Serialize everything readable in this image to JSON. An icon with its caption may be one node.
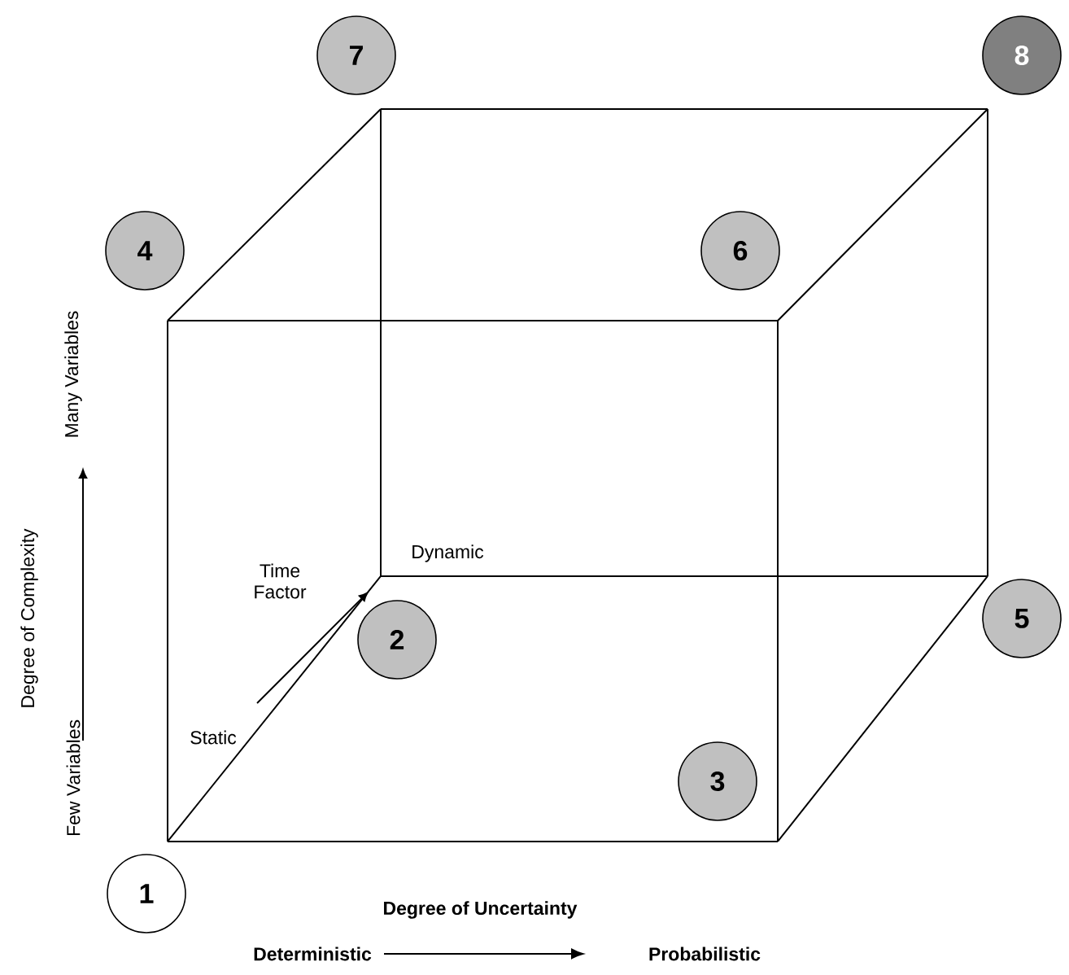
{
  "diagram": {
    "nodes": [
      {
        "text": [
          "7"
        ]
      },
      {
        "text": [
          "8"
        ]
      },
      {
        "text": [
          "4"
        ]
      },
      {
        "text": [
          "6"
        ]
      },
      {
        "text": [
          "5"
        ]
      },
      {
        "text": [
          "2"
        ]
      },
      {
        "text": [
          "3"
        ]
      },
      {
        "text": [
          "1"
        ]
      }
    ],
    "labels": [
      "Many Variables",
      "Degree of Complexity",
      "Time Factor",
      "Dynamic",
      "Static",
      "Few Variables",
      "Degree of Uncertainty",
      "Deterministic",
      "Probabilistic"
    ]
  }
}
